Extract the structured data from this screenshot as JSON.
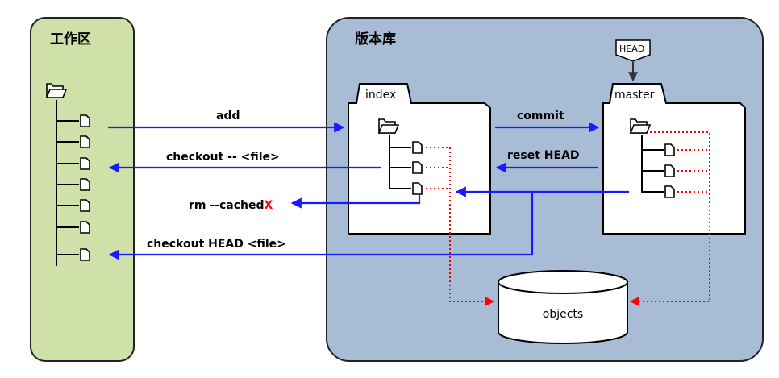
{
  "workspace": {
    "title": "工作区"
  },
  "repository": {
    "title": "版本库"
  },
  "index": {
    "label": "index"
  },
  "master": {
    "label": "master"
  },
  "head": {
    "label": "HEAD"
  },
  "objects": {
    "label": "objects"
  },
  "commands": {
    "add": "add",
    "checkout_file": "checkout -- <file>",
    "rm_cached": "rm --cached",
    "rm_cached_mark": "X",
    "checkout_head_file": "checkout HEAD <file>",
    "commit": "commit",
    "reset_head": "reset HEAD"
  },
  "colors": {
    "workspace_fill": "#cfe0a8",
    "repository_fill": "#a9bcd6",
    "arrow_blue": "#1a1aff",
    "arrow_red": "#ff0000"
  }
}
